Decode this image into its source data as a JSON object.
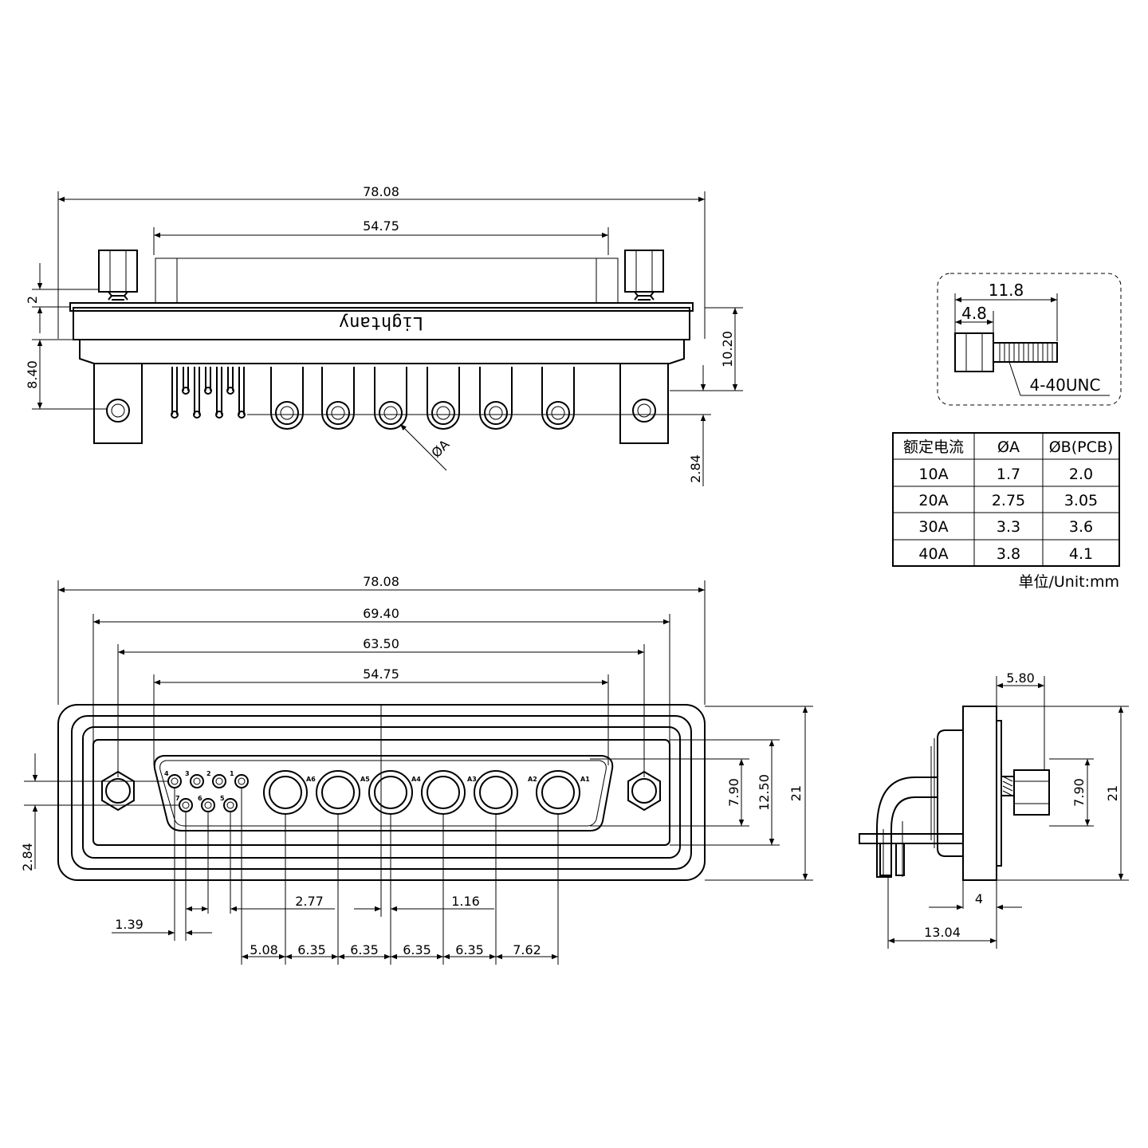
{
  "front_view": {
    "overall_width": "78.08",
    "body_width": "54.75",
    "dim_flange": "2",
    "dim_height": "10.20",
    "dim_pcb": "8.40",
    "dim_pin_offset": "2.84",
    "pin_dia_label": "ØA",
    "brand_text": "Lightany"
  },
  "face_view": {
    "overall_width": "78.08",
    "hole_spacing": "69.40",
    "shell_width": "63.50",
    "body_width": "54.75",
    "inner_height": "7.90",
    "shell_height": "12.50",
    "overall_height": "21",
    "offset_left": "2.84",
    "pitch_small": "1.39",
    "gap_277": "2.77",
    "gap_116": "1.16",
    "pitch_508": "5.08",
    "pitch_635_1": "6.35",
    "pitch_635_2": "6.35",
    "pitch_635_3": "6.35",
    "pitch_635_4": "6.35",
    "pitch_762": "7.62",
    "power_labels": [
      "A6",
      "A5",
      "A4",
      "A3",
      "A2",
      "A1"
    ],
    "signal_labels": [
      "4",
      "3",
      "2",
      "1",
      "7",
      "6",
      "5"
    ]
  },
  "side_view": {
    "dim_580": "5.80",
    "dim_790": "7.90",
    "dim_21": "21",
    "dim_4": "4",
    "dim_1304": "13.04"
  },
  "screw_detail": {
    "length": "11.8",
    "head": "4.8",
    "thread": "4-40UNC"
  },
  "spec_table": {
    "headers": [
      "额定电流",
      "ØA",
      "ØB(PCB)"
    ],
    "rows": [
      [
        "10A",
        "1.7",
        "2.0"
      ],
      [
        "20A",
        "2.75",
        "3.05"
      ],
      [
        "30A",
        "3.3",
        "3.6"
      ],
      [
        "40A",
        "3.8",
        "4.1"
      ]
    ],
    "unit_note": "单位/Unit:mm"
  }
}
